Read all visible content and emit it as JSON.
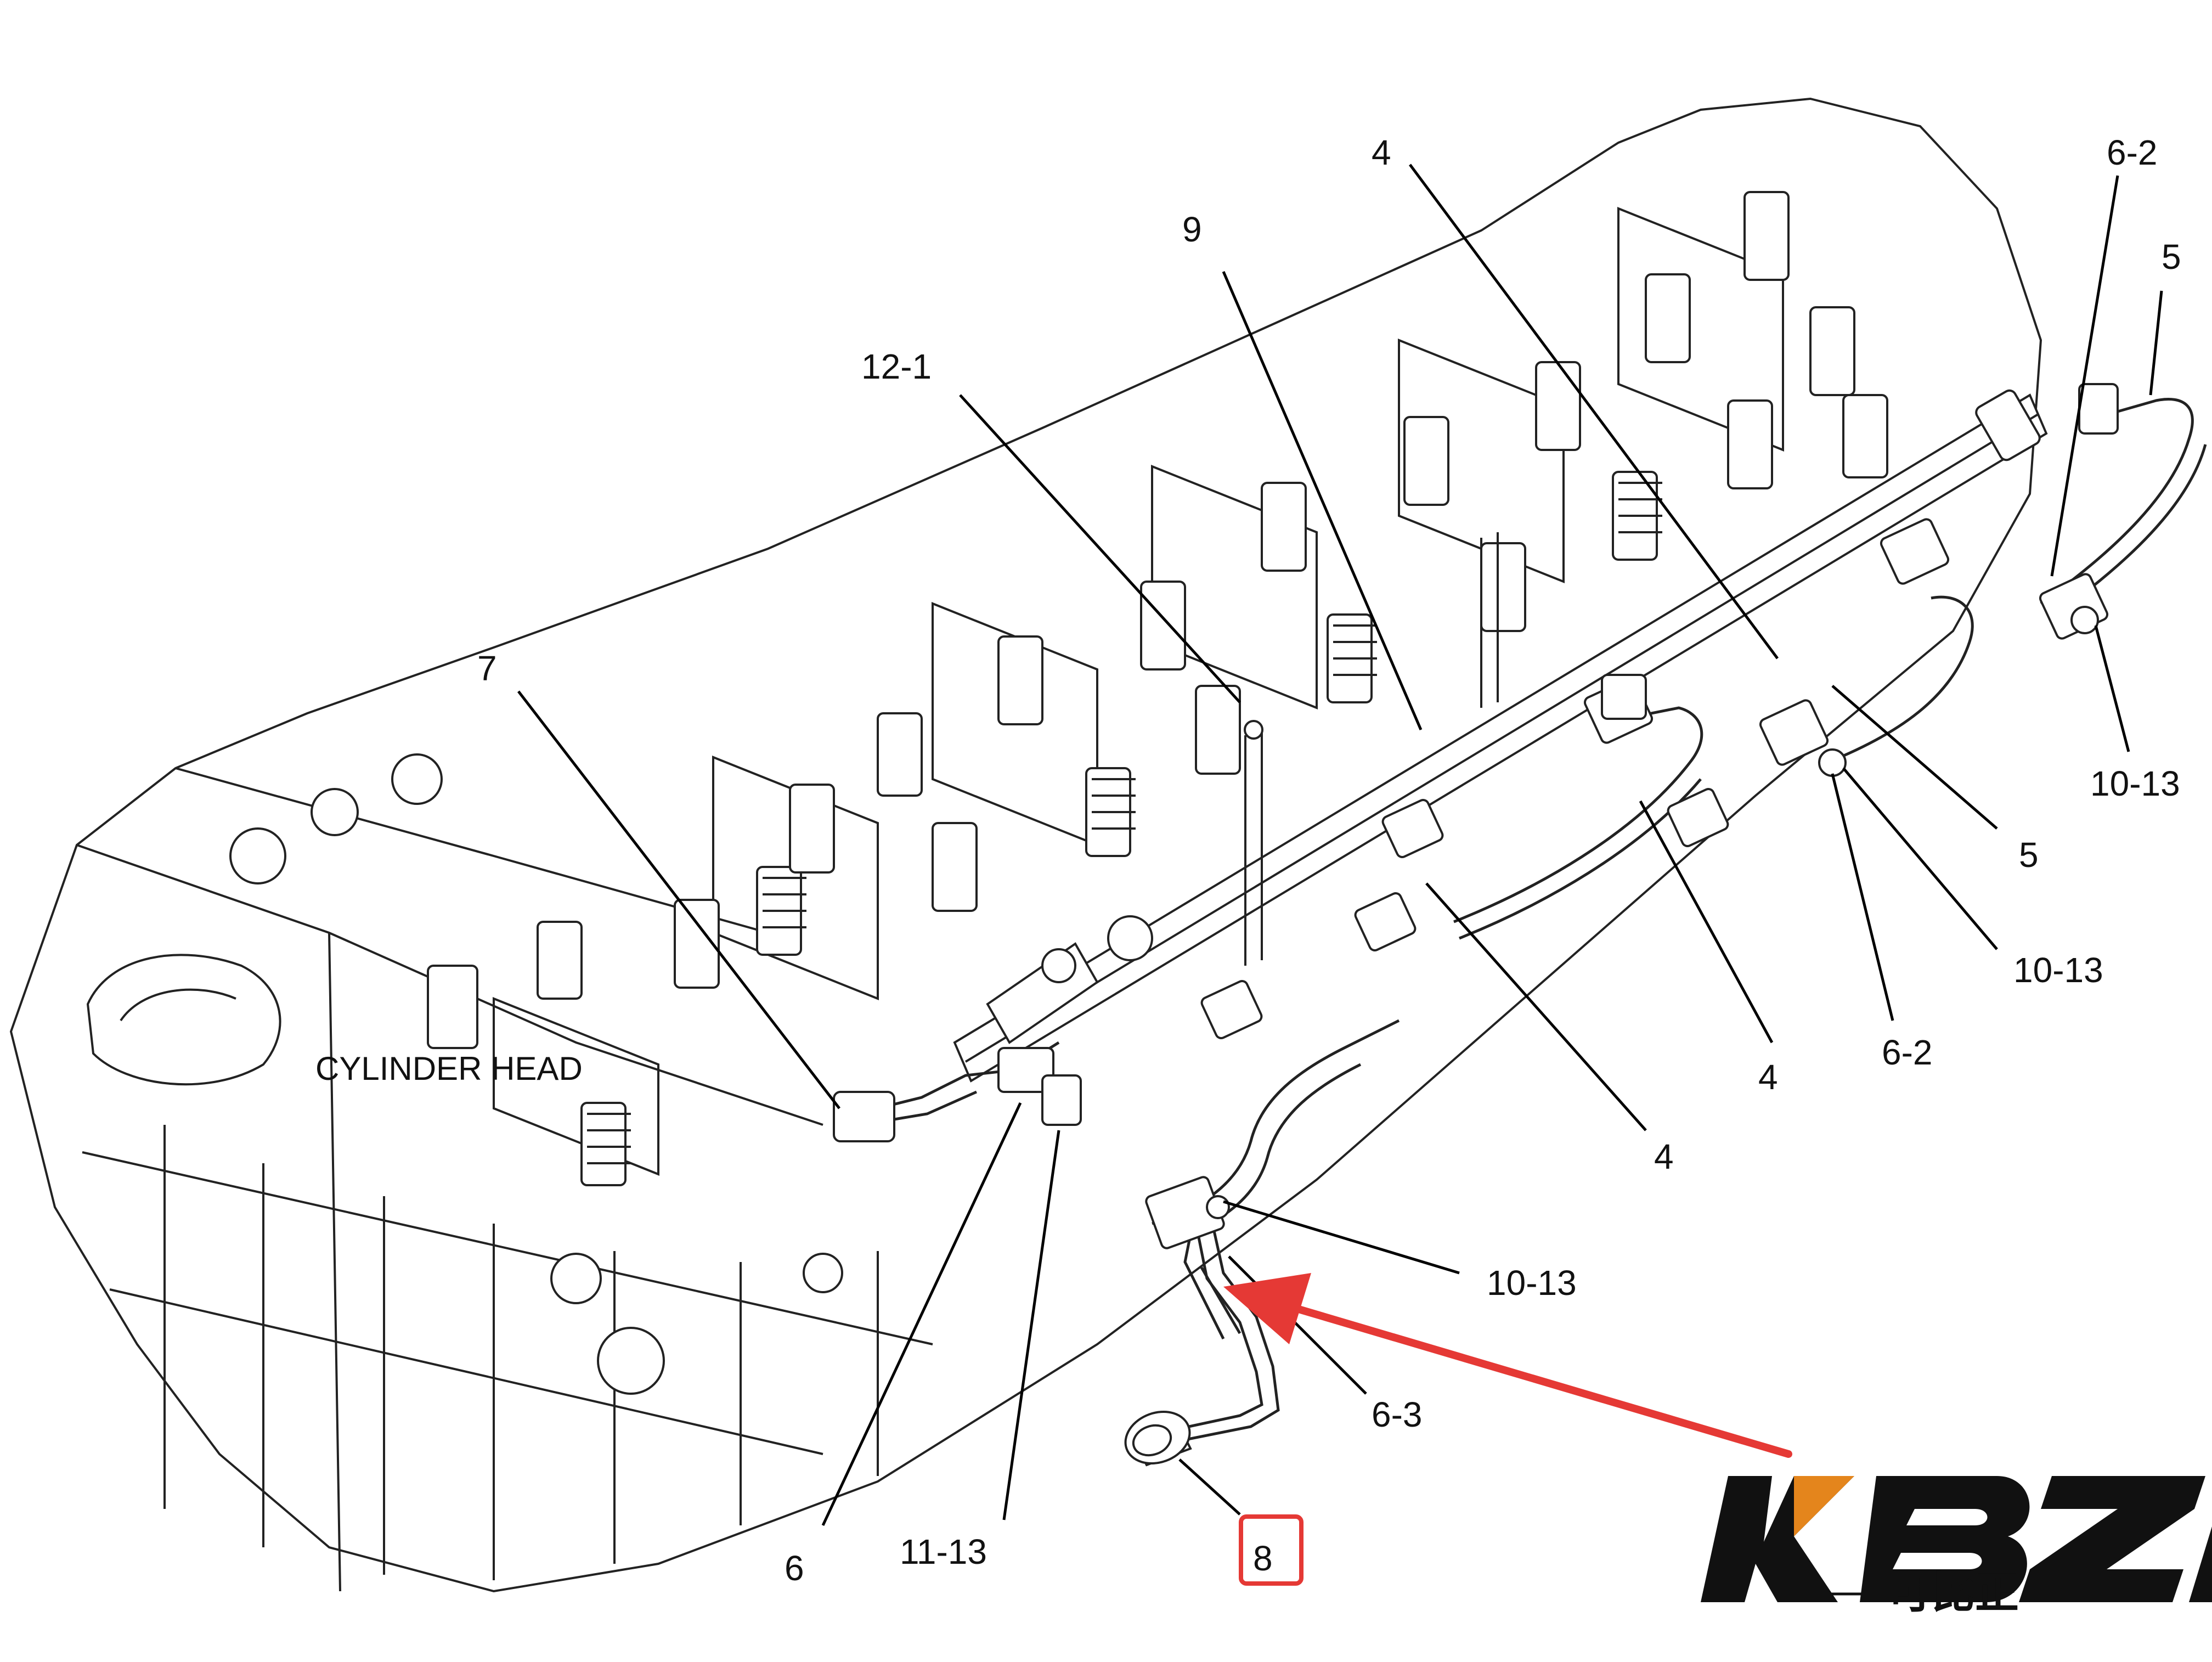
{
  "diagram": {
    "part_title": "CYLINDER HEAD",
    "callouts": {
      "c4_top": "4",
      "c9": "9",
      "c12_1": "12-1",
      "c6_2_top": "6-2",
      "c5_top": "5",
      "c7": "7",
      "c10_13_right": "10-13",
      "c5_right": "5",
      "c10_13_mid": "10-13",
      "c6_2_mid": "6-2",
      "c4_mid": "4",
      "c4_low": "4",
      "c10_13_low": "10-13",
      "c6_3": "6-3",
      "c6": "6",
      "c11_13": "11-13",
      "c8": "8"
    },
    "highlight": {
      "callout": "8",
      "color": "#e53935"
    },
    "arrow_color": "#e53935"
  },
  "brand": {
    "logo_text": "KBZE",
    "sub_text": "可比正",
    "accent_color": "#f08c1e",
    "logo_color": "#111111"
  }
}
